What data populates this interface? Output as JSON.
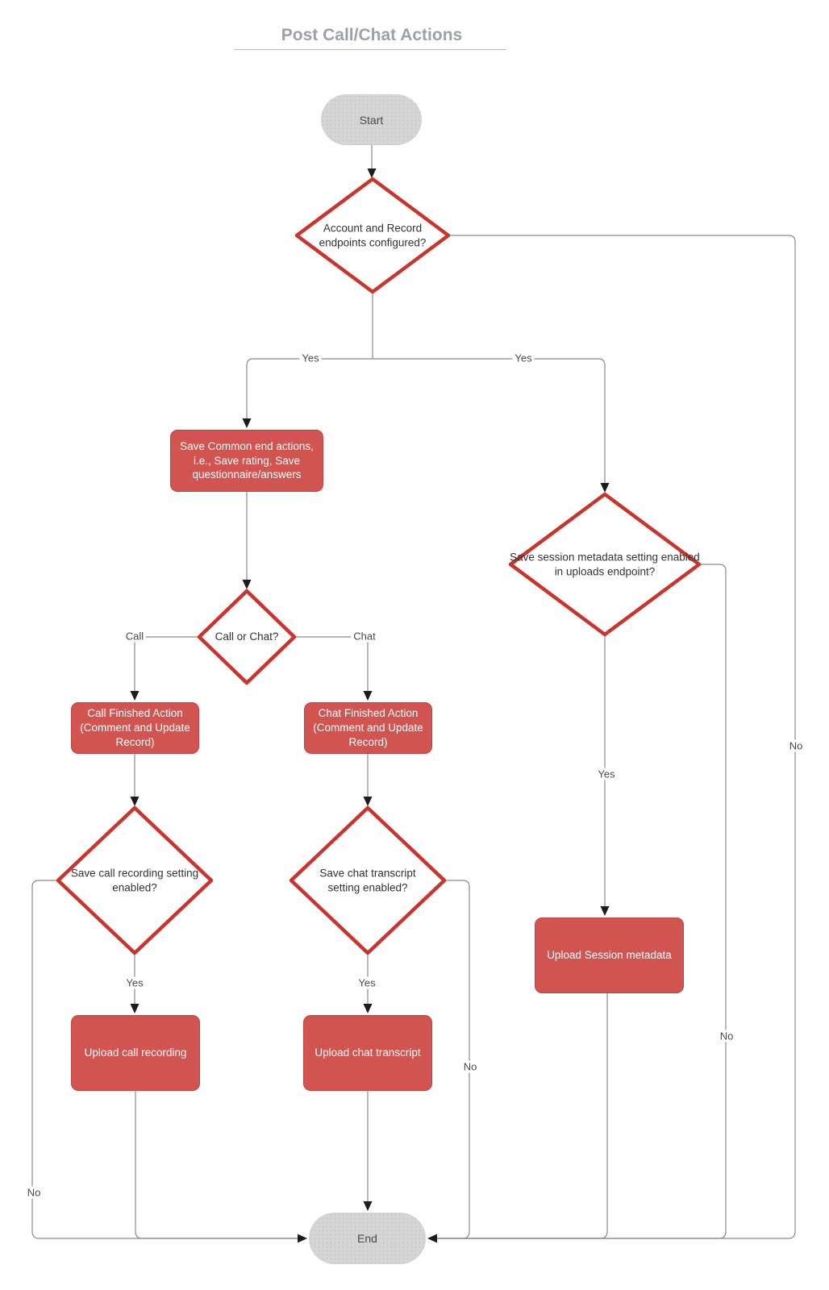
{
  "title": "Post Call/Chat Actions",
  "nodes": {
    "start": {
      "label": "Start"
    },
    "end": {
      "label": "End"
    },
    "decision_endpoints": {
      "label": "Account and Record endpoints configured?"
    },
    "save_common": {
      "label": "Save Common end actions, i.e., Save rating, Save questionnaire/answers"
    },
    "decision_call_chat": {
      "label": "Call or Chat?"
    },
    "call_finished": {
      "label": "Call Finished Action (Comment and Update Record)"
    },
    "chat_finished": {
      "label": "Chat Finished Action (Comment and Update Record)"
    },
    "decision_call_recording": {
      "label": "Save call recording setting enabled?"
    },
    "decision_chat_transcript": {
      "label": "Save chat transcript setting enabled?"
    },
    "decision_session_metadata": {
      "label": "Save session metadata setting enabled in uploads endpoint?"
    },
    "upload_call_recording": {
      "label": "Upload call recording"
    },
    "upload_chat_transcript": {
      "label": "Upload chat transcript"
    },
    "upload_session_metadata": {
      "label": "Upload Session metadata"
    }
  },
  "edge_labels": {
    "yes_to_common": "Yes",
    "yes_to_session": "Yes",
    "call_branch": "Call",
    "chat_branch": "Chat",
    "yes_call_recording": "Yes",
    "yes_chat_transcript": "Yes",
    "yes_session_metadata": "Yes",
    "no_endpoints": "No",
    "no_session_metadata": "No",
    "no_chat_transcript": "No",
    "no_call_recording": "No"
  },
  "colors": {
    "node_fill": "#d15450",
    "node_border": "#c5433f",
    "diamond_stroke": "#c9342c",
    "terminal_fill": "#d5d5d5",
    "connector": "#8a8a8a",
    "arrowhead": "#1c1c1c",
    "title_color": "#9aa1ab"
  }
}
